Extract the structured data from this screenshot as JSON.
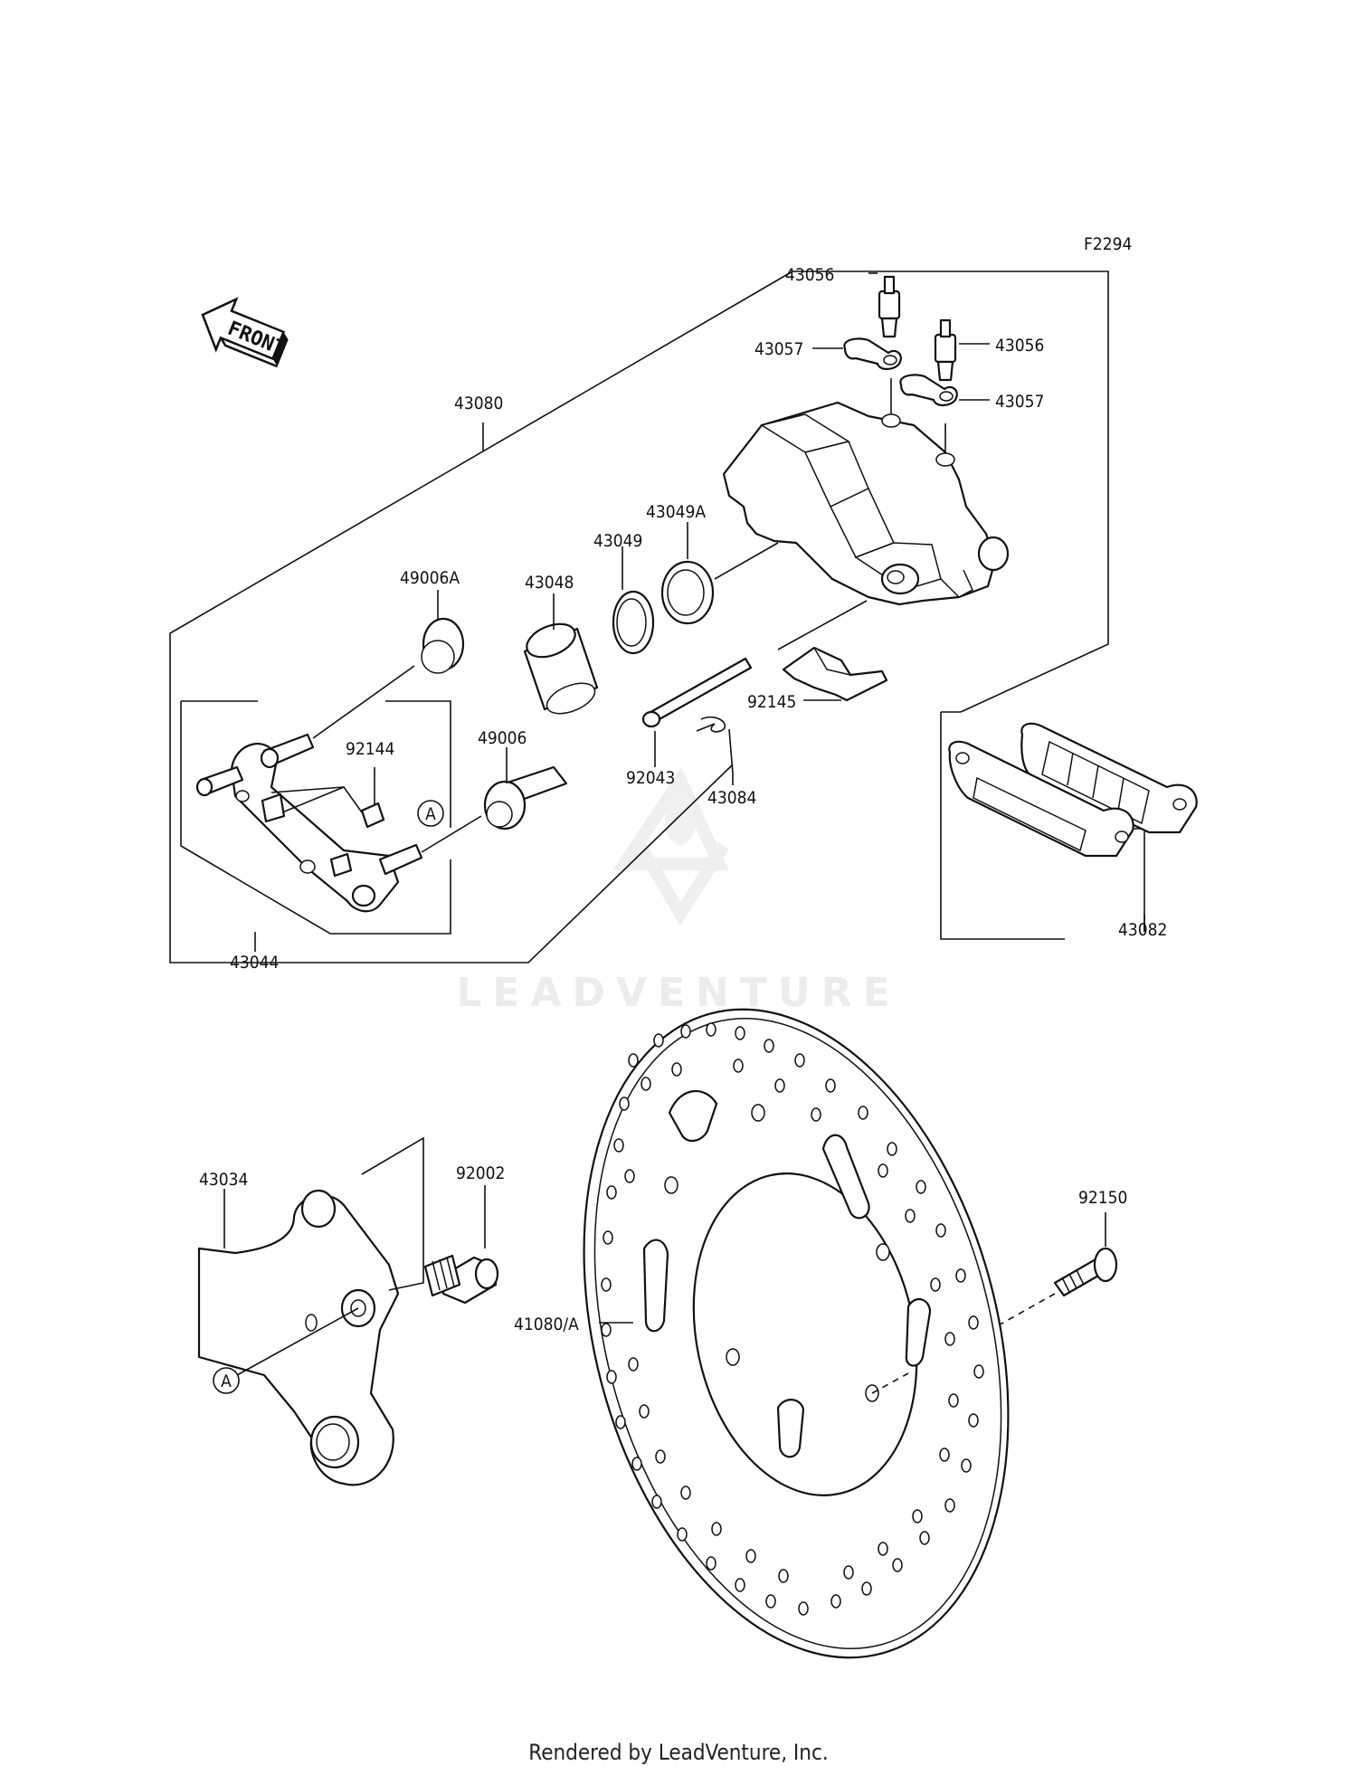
{
  "diagram_code": "F2294",
  "front_arrow_label": "FRONT",
  "watermark": "LEADVENTURE",
  "footer": "Rendered by LeadVenture, Inc.",
  "part_labels": {
    "p43080": "43080",
    "p43056a": "43056",
    "p43056b": "43056",
    "p43057a": "43057",
    "p43057b": "43057",
    "p43049A": "43049A",
    "p43049": "43049",
    "p43048": "43048",
    "p49006A": "49006A",
    "p49006": "49006",
    "p92144": "92144",
    "p92145": "92145",
    "p92043": "92043",
    "p43084": "43084",
    "p43044": "43044",
    "p43082": "43082",
    "p43034": "43034",
    "p92002": "92002",
    "p92150": "92150",
    "p41080A": "41080/A",
    "refA1": "A",
    "refA2": "A"
  }
}
